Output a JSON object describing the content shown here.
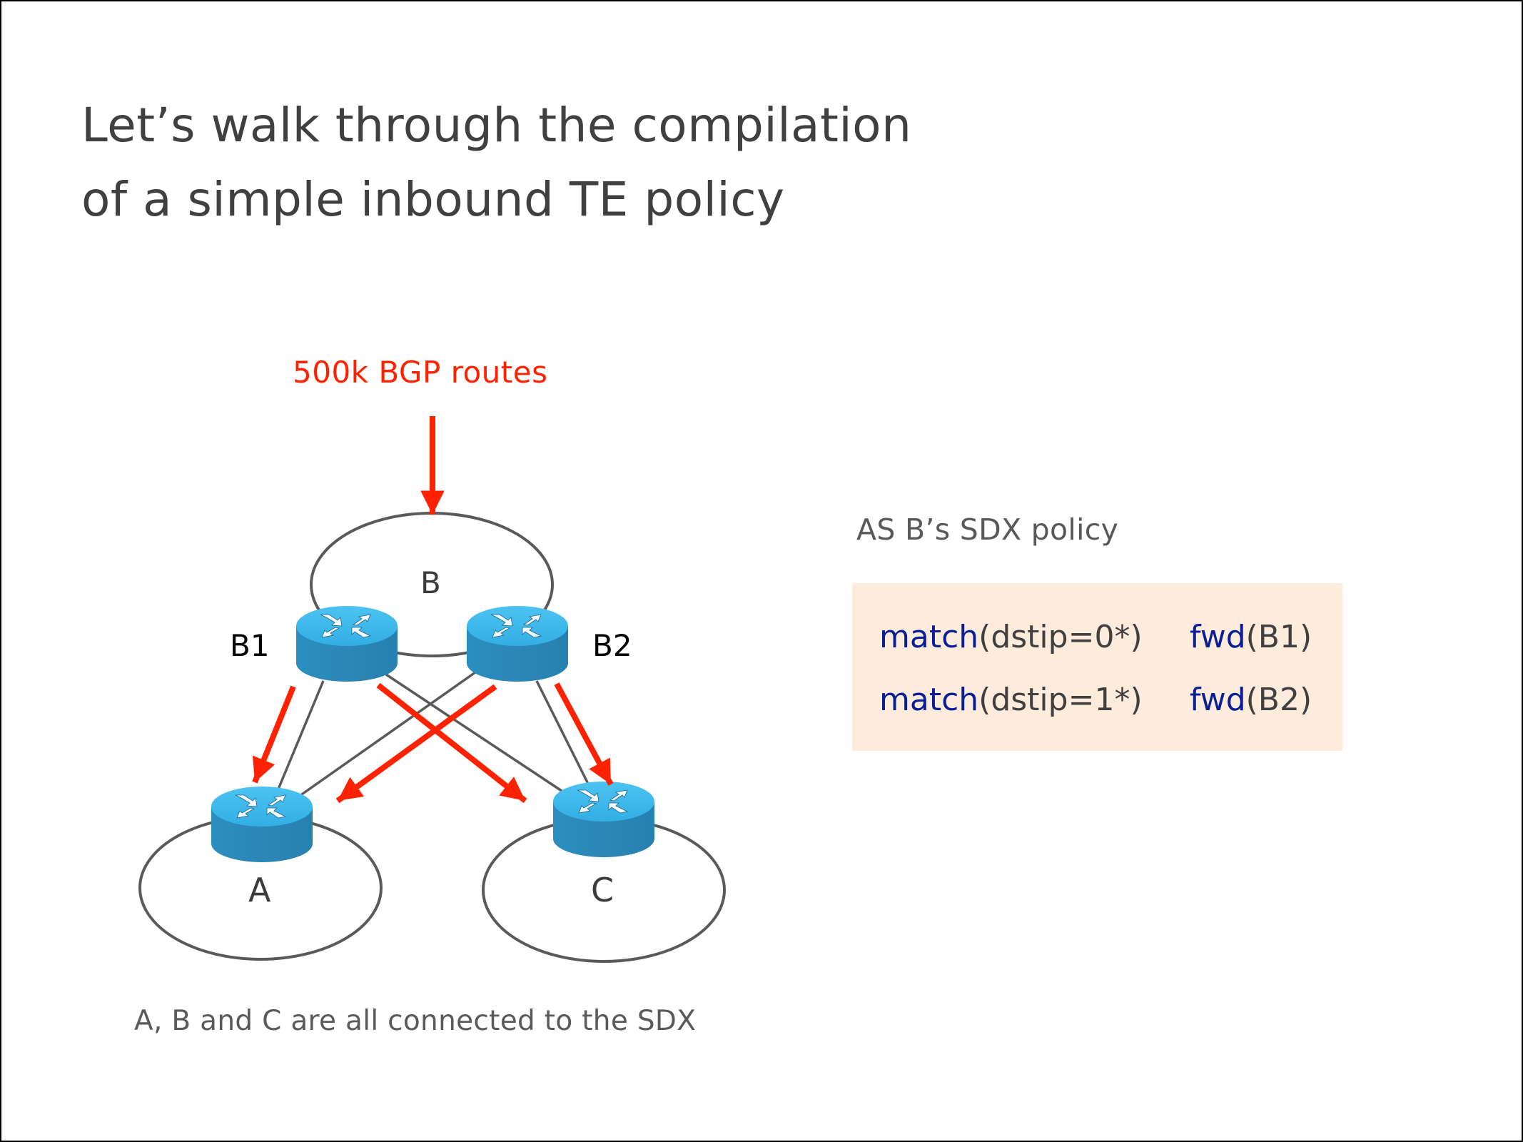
{
  "slide": {
    "title_lines": [
      "Let’s walk through the compilation",
      "of a simple inbound TE policy"
    ],
    "caption": "A, B and C are all connected to the SDX"
  },
  "diagram": {
    "routes_label": "500k BGP routes",
    "ases": [
      {
        "id": "B",
        "label": "B"
      },
      {
        "id": "A",
        "label": "A"
      },
      {
        "id": "C",
        "label": "C"
      }
    ],
    "routers": [
      {
        "id": "B1",
        "label": "B1",
        "as": "B"
      },
      {
        "id": "B2",
        "label": "B2",
        "as": "B"
      },
      {
        "id": "RA",
        "label": "",
        "as": "A"
      },
      {
        "id": "RC",
        "label": "",
        "as": "C"
      }
    ],
    "links": [
      {
        "from": "B1",
        "to": "RA"
      },
      {
        "from": "B1",
        "to": "RC"
      },
      {
        "from": "B2",
        "to": "RA"
      },
      {
        "from": "B2",
        "to": "RC"
      }
    ],
    "route_flows": [
      {
        "from": "external",
        "to": "B"
      },
      {
        "from": "B1",
        "to": "A"
      },
      {
        "from": "B1",
        "to": "C"
      },
      {
        "from": "B2",
        "to": "A"
      },
      {
        "from": "B2",
        "to": "C"
      }
    ],
    "colors": {
      "arrow": "#ff2200",
      "link": "#5a5a5a",
      "router_top": "#3fb6e8",
      "router_side": "#2a88b8"
    }
  },
  "policy": {
    "title": "AS B’s SDX policy",
    "rules": [
      {
        "match_kw": "match",
        "match_args": "(dstip=0*)",
        "action_kw": "fwd",
        "action_args": "(B1)"
      },
      {
        "match_kw": "match",
        "match_args": "(dstip=1*)",
        "action_kw": "fwd",
        "action_args": "(B2)"
      }
    ],
    "colors": {
      "box": "#fdebdb",
      "keyword": "#0a1e96",
      "text": "#404040"
    }
  }
}
